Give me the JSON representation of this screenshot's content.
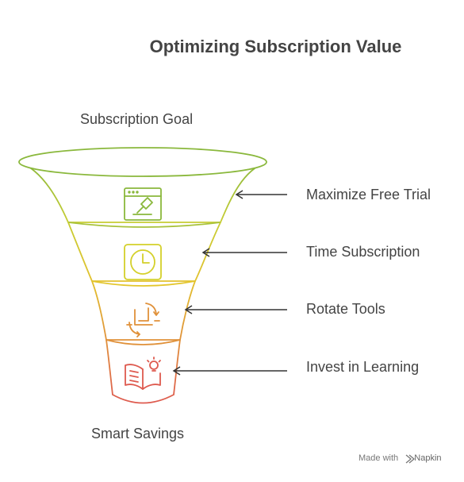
{
  "title": "Optimizing Subscription Value",
  "funnel": {
    "top_label": "Subscription Goal",
    "bottom_label": "Smart Savings",
    "stages": [
      {
        "label": "Maximize Free Trial",
        "icon": "browser-tool-icon",
        "color": "#8ab83c"
      },
      {
        "label": "Time Subscription",
        "icon": "clock-icon",
        "color": "#d4d02a"
      },
      {
        "label": "Rotate Tools",
        "icon": "rotate-crop-icon",
        "color": "#e0913a"
      },
      {
        "label": "Invest in Learning",
        "icon": "book-lightbulb-icon",
        "color": "#de5a4f"
      }
    ]
  },
  "watermark": {
    "prefix": "Made with",
    "brand": "Napkin"
  }
}
